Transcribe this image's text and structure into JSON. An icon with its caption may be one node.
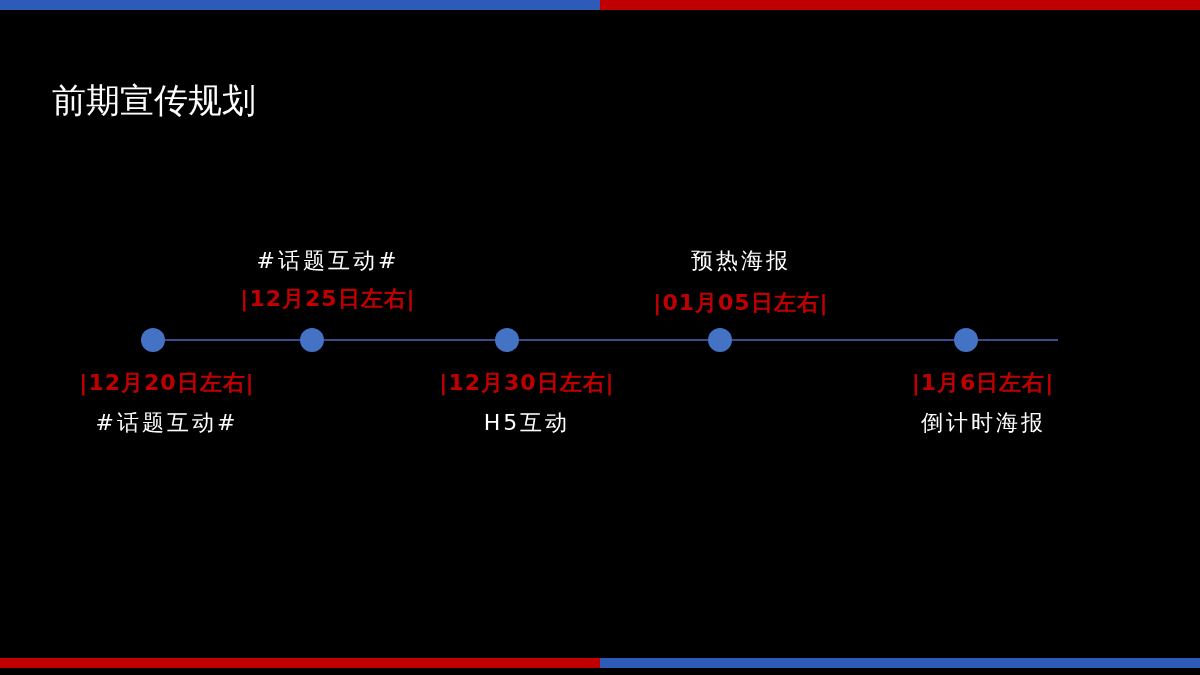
{
  "diagram": {
    "title": "前期宣传规划",
    "nodes": [
      {
        "text": [],
        "shape": "circle",
        "beside": [
          "|12月20日左右|",
          "#话题互动#"
        ]
      },
      {
        "text": [],
        "shape": "circle",
        "beside": [
          "#话题互动#",
          "|12月25日左右|"
        ]
      },
      {
        "text": [],
        "shape": "circle",
        "beside": [
          "|12月30日左右|",
          "H5互动"
        ]
      },
      {
        "text": [],
        "shape": "circle",
        "beside": [
          "预热海报",
          "|01月05日左右|"
        ]
      },
      {
        "text": [],
        "shape": "circle",
        "beside": [
          "|1月6日左右|",
          "倒计时海报"
        ]
      }
    ],
    "edges": [
      {
        "from": 0,
        "to": 1,
        "arrow": "none"
      },
      {
        "from": 1,
        "to": 2,
        "arrow": "none"
      },
      {
        "from": 2,
        "to": 3,
        "arrow": "none"
      },
      {
        "from": 3,
        "to": 4,
        "arrow": "none"
      },
      {
        "from": 4,
        "to": null,
        "arrow": "none"
      }
    ]
  }
}
